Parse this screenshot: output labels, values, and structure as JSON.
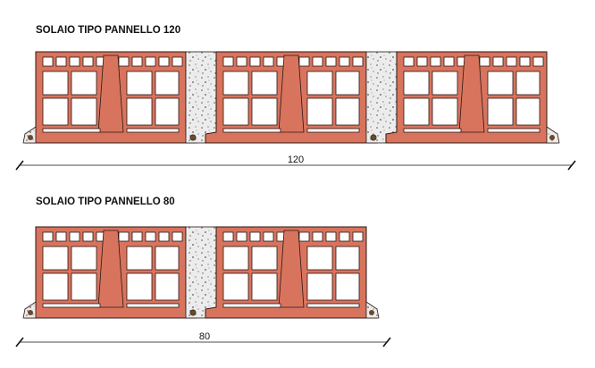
{
  "diagram": {
    "panels": [
      {
        "title": "SOLAIO TIPO PANNELLO 120",
        "dimension_label": "120",
        "blocks": 3
      },
      {
        "title": "SOLAIO TIPO PANNELLO 80",
        "dimension_label": "80",
        "blocks": 2
      }
    ],
    "colors": {
      "brick": "#d8745e",
      "brick_outline": "#2b1712",
      "cavity": "#ffffff",
      "concrete": "#ececec",
      "concrete_speck": "#555555",
      "rebar": "#6b4a2a",
      "line": "#111111"
    }
  }
}
